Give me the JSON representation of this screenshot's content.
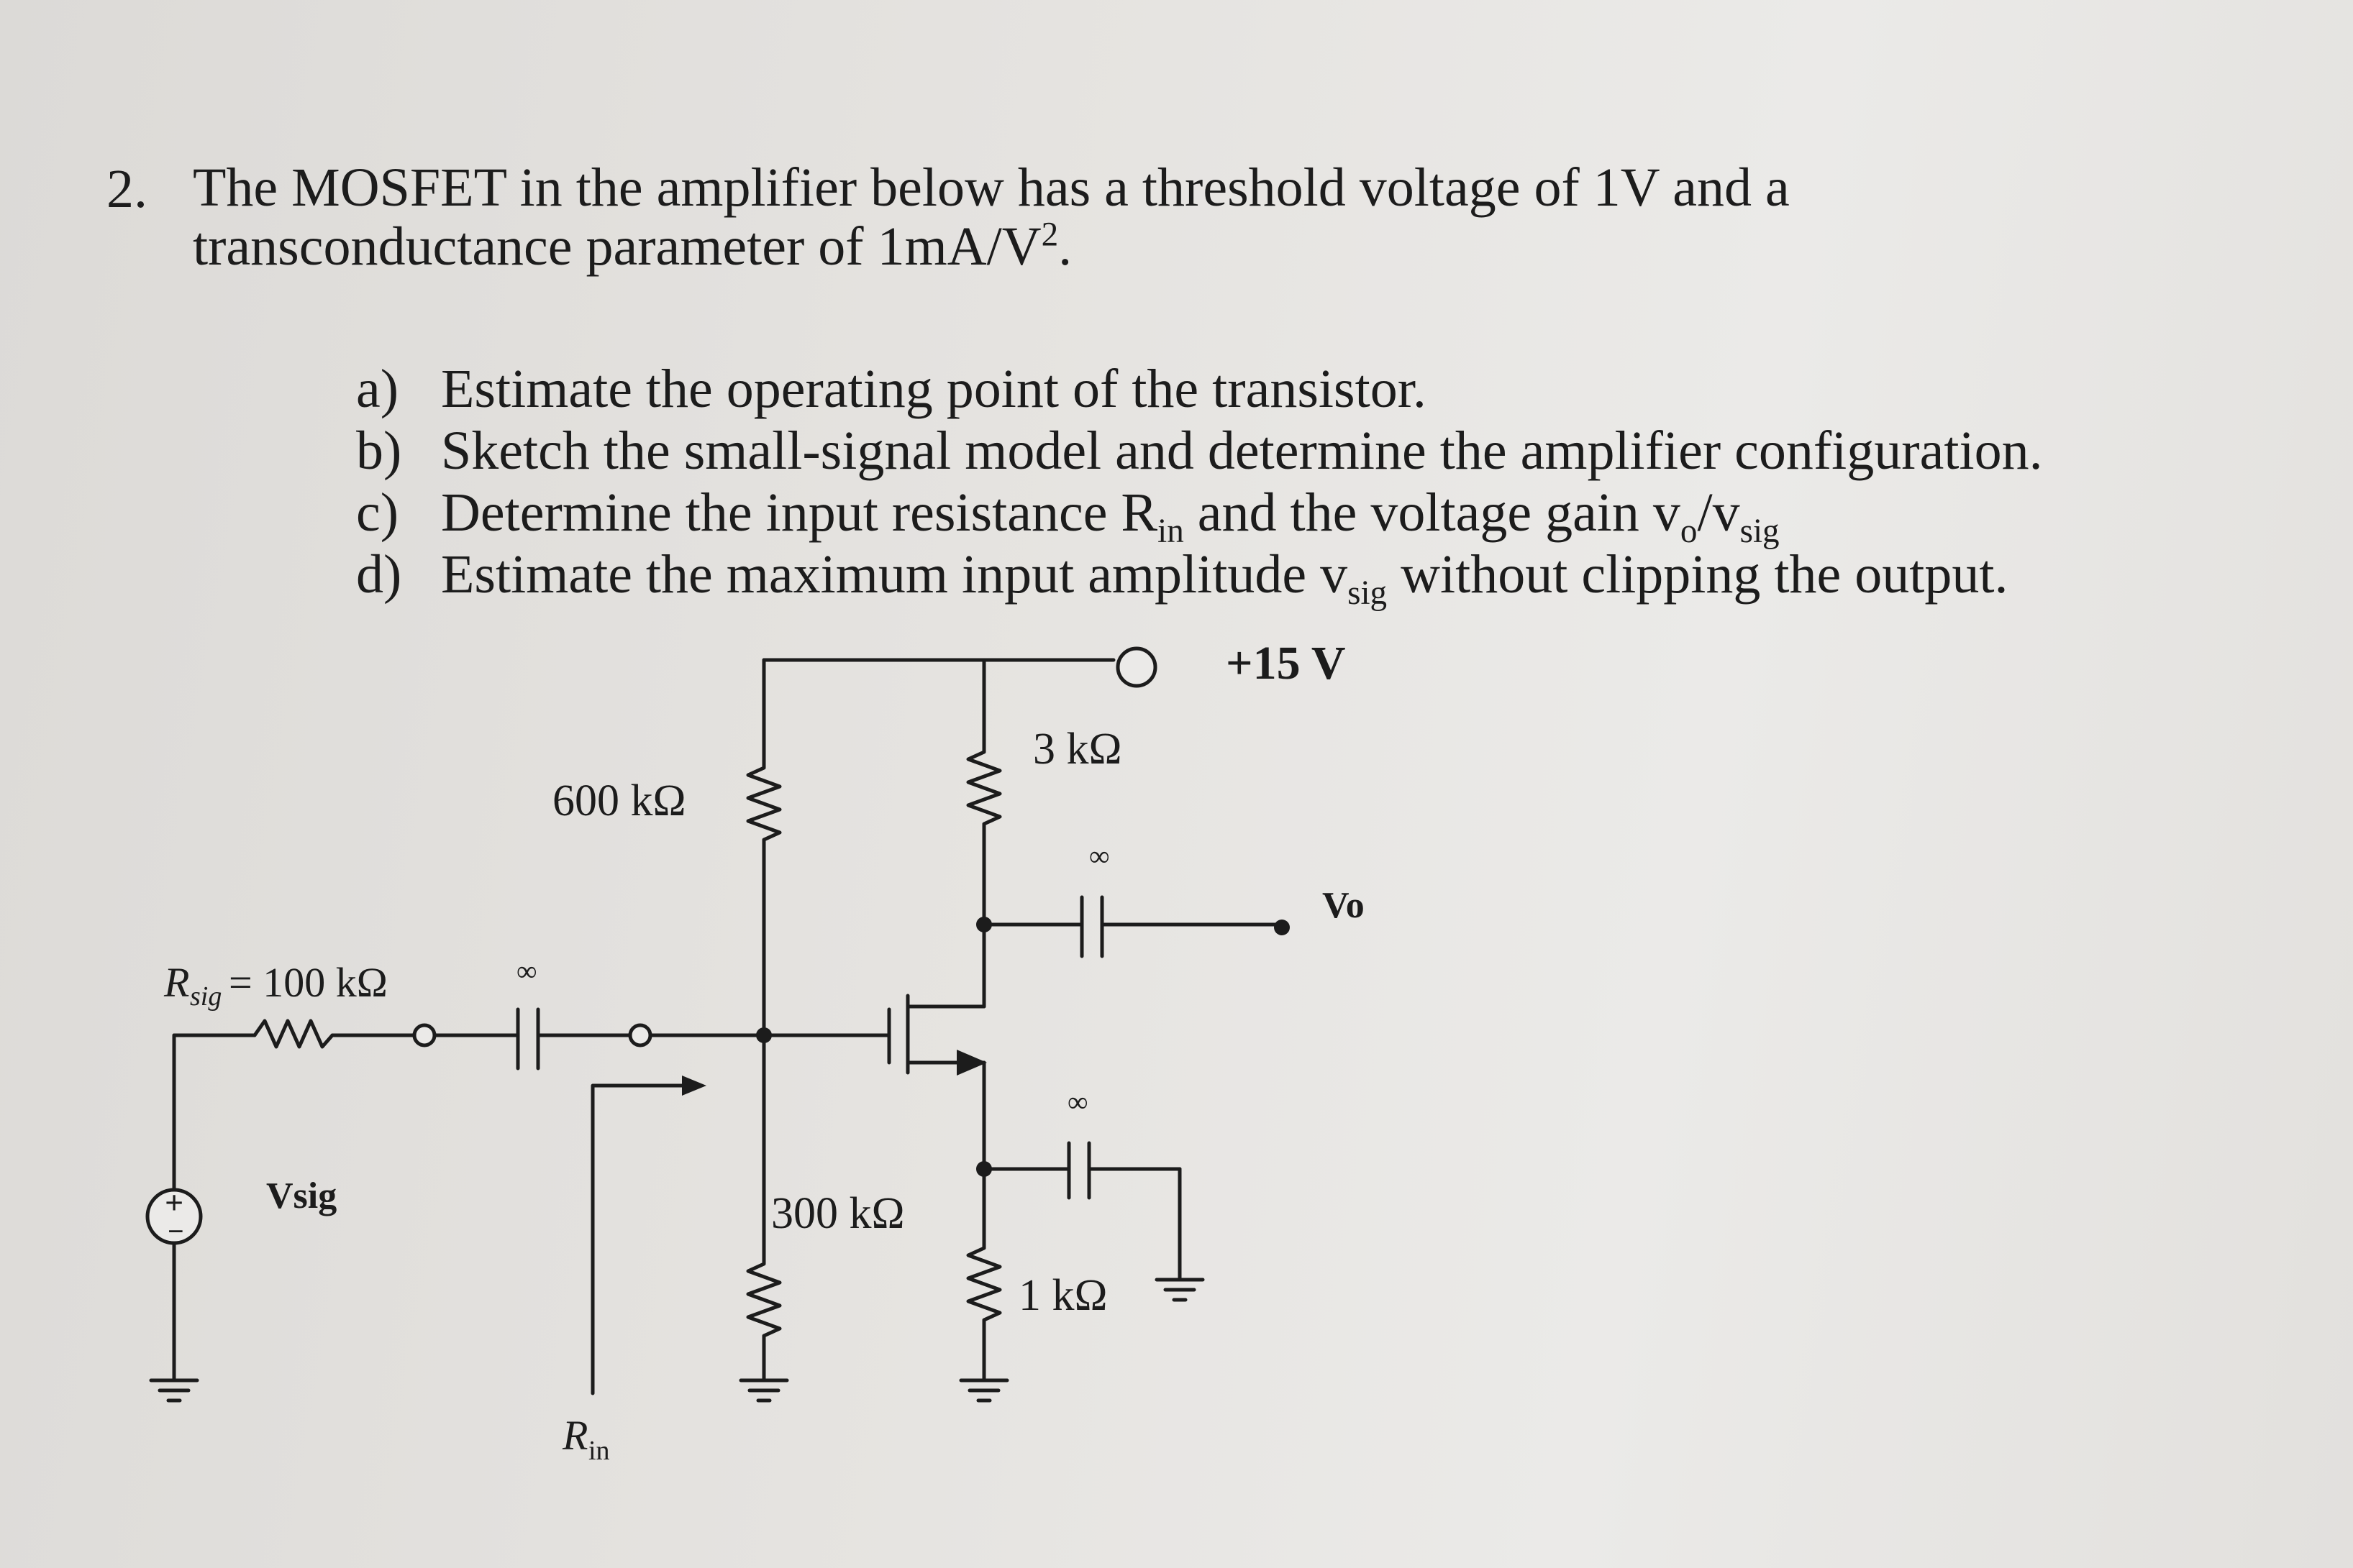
{
  "problem": {
    "number": "2.",
    "stem_line1": "The MOSFET in the amplifier below has a threshold voltage of 1V and a",
    "stem_line2_text": "transconductance parameter of 1mA/V",
    "stem_line2_sup": "2",
    "stem_line2_end": ".",
    "parts": [
      {
        "label": "a)",
        "text": "Estimate the operating point of the transistor."
      },
      {
        "label": "b)",
        "text": "Sketch the small-signal model and determine the amplifier configuration."
      },
      {
        "label": "c)",
        "text_a": "Determine the input resistance R",
        "sub_a": "in",
        "text_b": " and the voltage gain v",
        "sub_b": "o",
        "text_c": "/v",
        "sub_c": "sig"
      },
      {
        "label": "d)",
        "text_a": "Estimate the maximum input amplitude v",
        "sub_a": "sig",
        "text_b": " without clipping the output."
      }
    ]
  },
  "circuit": {
    "supply_label": "+15 V",
    "r_drain_label": "3 kΩ",
    "r_gate_top_label": "600 kΩ",
    "r_gate_bottom_label": "300 kΩ",
    "r_source_label": "1 kΩ",
    "r_sig_symbol": "R",
    "r_sig_sub": "sig",
    "r_sig_value": "= 100 kΩ",
    "v_sig_label": "Vsig",
    "v_out_label": "Vo",
    "r_in_symbol": "R",
    "r_in_sub": "in",
    "cap_value": "∞",
    "source_plus": "+",
    "source_minus": "−"
  }
}
